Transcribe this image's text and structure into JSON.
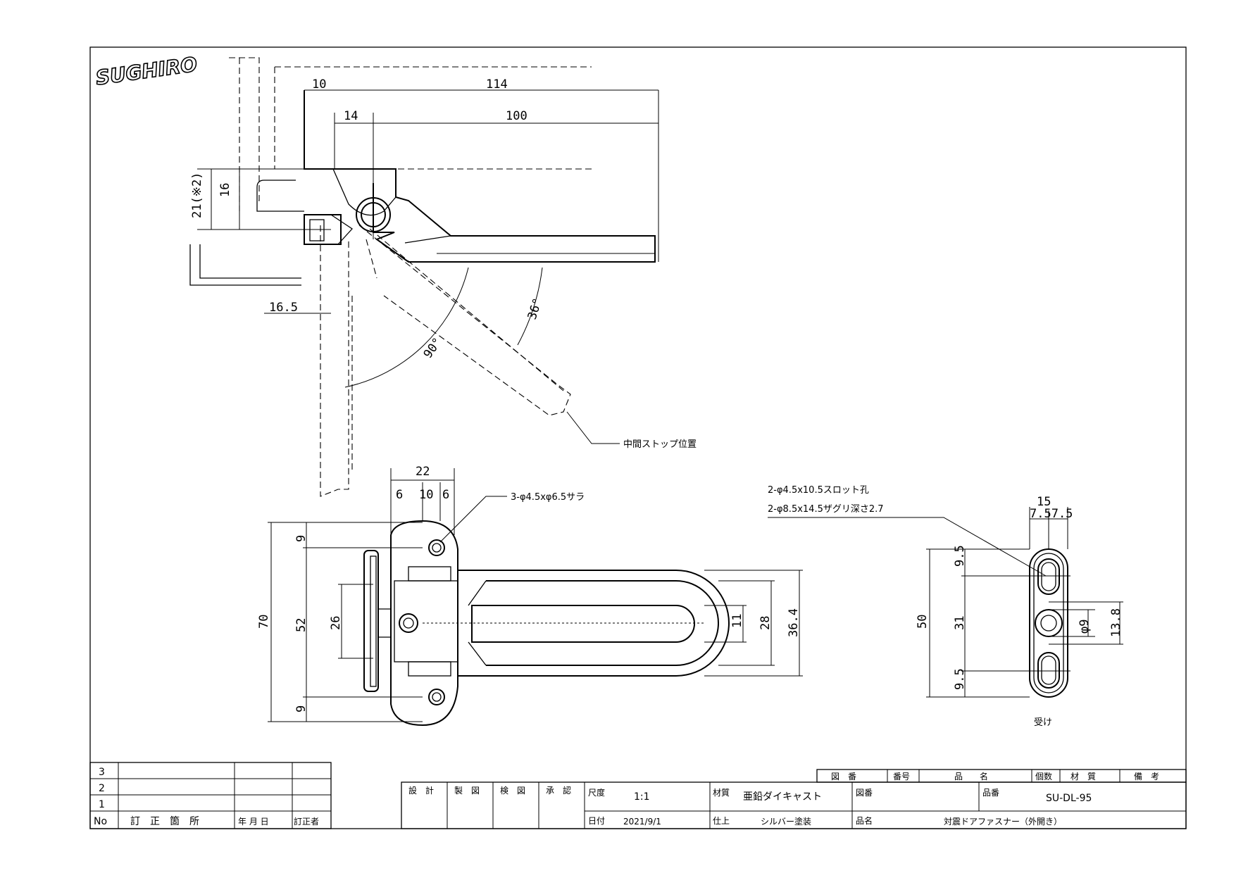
{
  "logo": {
    "text": "SUGHIRO"
  },
  "top_view": {
    "dims": {
      "d10": "10",
      "d114": "114",
      "d14": "14",
      "d100": "100",
      "d16": "16",
      "d21": "21(※2)",
      "d16_5": "16.5",
      "a36": "36°",
      "a90": "90°"
    },
    "callout_stop": "中間ストップ位置"
  },
  "front_view": {
    "dims": {
      "d22": "22",
      "d6a": "6",
      "d10": "10",
      "d6b": "6",
      "d9a": "9",
      "d52": "52",
      "d70": "70",
      "d26": "26",
      "d9b": "9",
      "d11": "11",
      "d28": "28",
      "d36_4": "36.4"
    },
    "callout_holes": "3-φ4.5xφ6.5サラ"
  },
  "receiver_view": {
    "notes": [
      "2-φ4.5x10.5スロット孔",
      "2-φ8.5x14.5ザグリ深さ2.7"
    ],
    "dims": {
      "d15": "15",
      "d7_5": "7.57.5",
      "d9_5a": "9.5",
      "d31": "31",
      "d9_5b": "9.5",
      "d50": "50",
      "d9": "φ9",
      "d13_8": "13.8"
    },
    "label": "受け"
  },
  "revision_table": {
    "rows": [
      "3",
      "2",
      "1"
    ],
    "headers": [
      "No",
      "訂　正　箇　所",
      "年 月 日",
      "訂正者"
    ]
  },
  "title_block": {
    "approval": [
      "設　計",
      "製　図",
      "検　図",
      "承　認"
    ],
    "scale_label": "尺度",
    "scale": "1:1",
    "date_label": "日付",
    "date": "2021/9/1",
    "material_label": "材質",
    "material": "亜鉛ダイキャスト",
    "finish_label": "仕上",
    "finish": "シルバー塗装",
    "drawing_no_label": "図番",
    "part_no_label": "品番",
    "part_no": "SU-DL-95",
    "name_label": "品名",
    "name": "対震ドアファスナー（外開き）",
    "parts_headers": [
      "図　番",
      "番号",
      "品　　名",
      "個数",
      "材　質",
      "備　考"
    ]
  }
}
